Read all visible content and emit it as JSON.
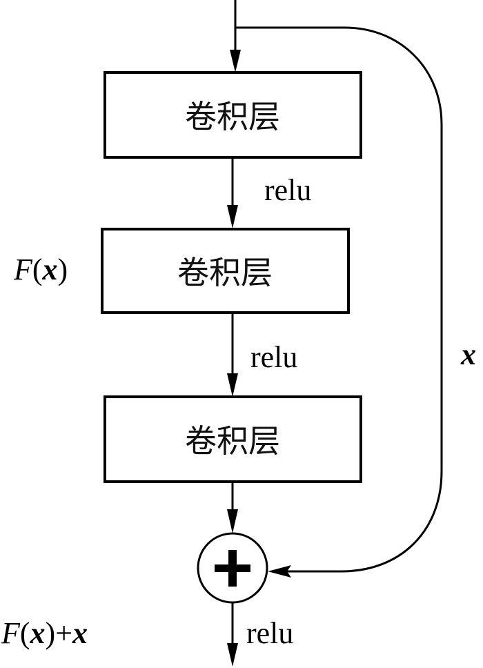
{
  "diagram": {
    "type": "residual-block",
    "input_arrow": {
      "label": ""
    },
    "layers": [
      {
        "label": "卷积层",
        "activation_after": "relu"
      },
      {
        "label": "卷积层",
        "activation_after": "relu"
      },
      {
        "label": "卷积层",
        "activation_after": ""
      }
    ],
    "residual_label": {
      "func": "F",
      "lparen": "(",
      "var": "x",
      "rparen": ")"
    },
    "shortcut_label": "x",
    "sum_node": {
      "symbol": "+",
      "meaning": "element-wise addition"
    },
    "output_label": {
      "func": "F",
      "lparen": "(",
      "var": "x",
      "rparen": ")",
      "plus": "+",
      "var2": "x"
    },
    "output_activation": "relu",
    "colors": {
      "stroke": "#000000",
      "background": "#ffffff"
    }
  }
}
